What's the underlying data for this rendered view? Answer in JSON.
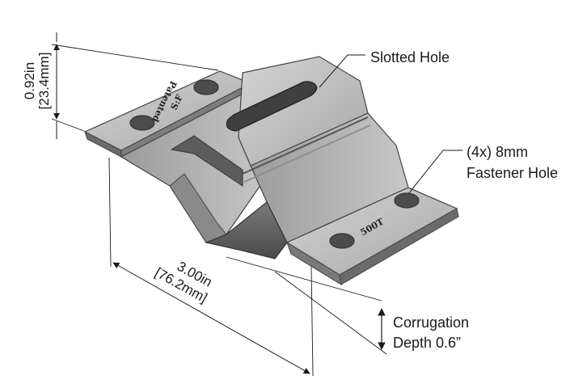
{
  "callouts": {
    "slotted_hole": "Slotted Hole",
    "fastener_line1": "(4x) 8mm",
    "fastener_line2": "Fastener Hole",
    "corrugation_line1": "Corrugation",
    "corrugation_line2": "Depth 0.6”"
  },
  "dimensions": {
    "height_in": "0.92in",
    "height_mm": "23.4mm",
    "length_in": "3.00in",
    "length_mm": "[76.2mm]"
  },
  "stamps": {
    "patented": "Patented",
    "model": "500T"
  },
  "colors": {
    "metal_light": "#bdbdbd",
    "metal_mid": "#9a9a9a",
    "metal_dark": "#5a5a5a",
    "line": "#1a1a1a"
  }
}
